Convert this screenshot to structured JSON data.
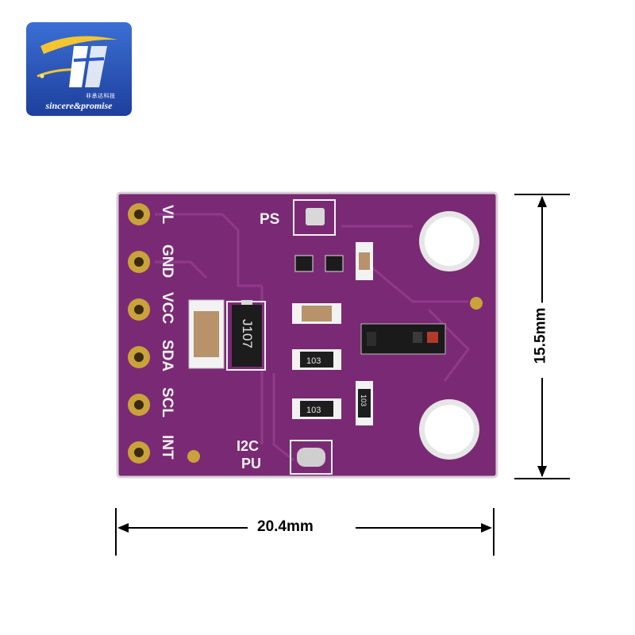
{
  "logo": {
    "brand_text": "sincere&promise",
    "chinese_text": "非承达科技",
    "icon": "sp-logo-icon"
  },
  "board": {
    "pin_labels": [
      "VL",
      "GND",
      "VCC",
      "SDA",
      "SCL",
      "INT"
    ],
    "ps_label": "PS",
    "i2c_label": "I2C",
    "pu_label": "PU",
    "chip_marking": "J107",
    "resistor_1": "103",
    "resistor_2": "103",
    "resistor_3": "103",
    "colors": {
      "pcb": "#7a2a74",
      "pad": "#c9a23a",
      "silk": "#f2f2f2"
    }
  },
  "dimensions": {
    "width": "20.4mm",
    "height": "15.5mm"
  }
}
